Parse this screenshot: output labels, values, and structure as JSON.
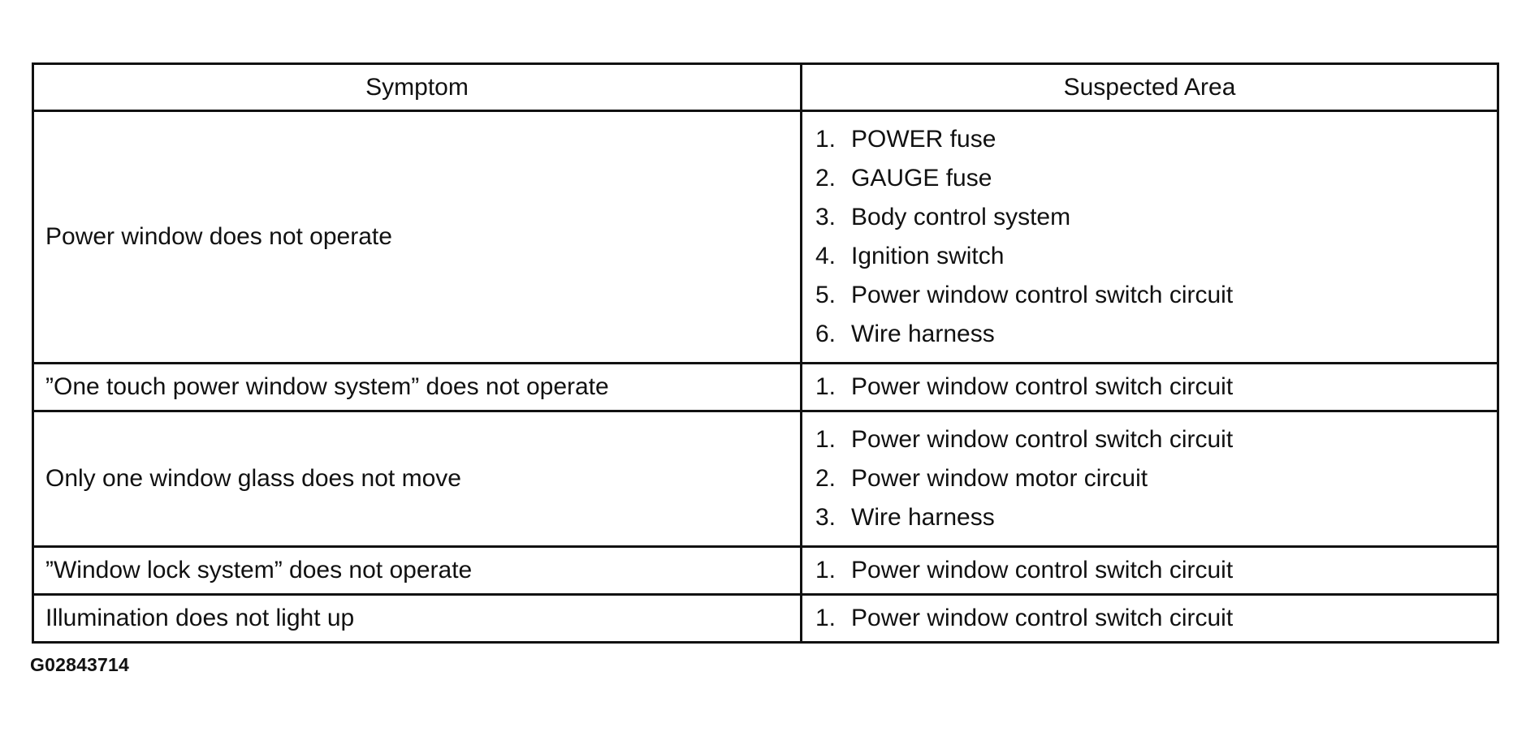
{
  "table": {
    "headers": {
      "symptom": "Symptom",
      "suspected_area": "Suspected Area"
    },
    "rows": [
      {
        "symptom": "Power window does not operate",
        "areas": [
          {
            "num": "1.",
            "text": "POWER fuse"
          },
          {
            "num": "2.",
            "text": "GAUGE fuse"
          },
          {
            "num": "3.",
            "text": "Body control system"
          },
          {
            "num": "4.",
            "text": "Ignition switch"
          },
          {
            "num": "5.",
            "text": "Power window control switch circuit"
          },
          {
            "num": "6.",
            "text": "Wire harness"
          }
        ]
      },
      {
        "symptom": "”One touch power window system” does not operate",
        "areas": [
          {
            "num": "1.",
            "text": "Power window control switch circuit"
          }
        ]
      },
      {
        "symptom": "Only one window glass does not move",
        "areas": [
          {
            "num": "1.",
            "text": "Power window control switch circuit"
          },
          {
            "num": "2.",
            "text": "Power window motor circuit"
          },
          {
            "num": "3.",
            "text": "Wire harness"
          }
        ]
      },
      {
        "symptom": "”Window lock system” does not operate",
        "areas": [
          {
            "num": "1.",
            "text": "Power window control switch circuit"
          }
        ]
      },
      {
        "symptom": "Illumination does not light up",
        "areas": [
          {
            "num": "1.",
            "text": "Power window control switch circuit"
          }
        ]
      }
    ]
  },
  "figure_id": "G02843714"
}
